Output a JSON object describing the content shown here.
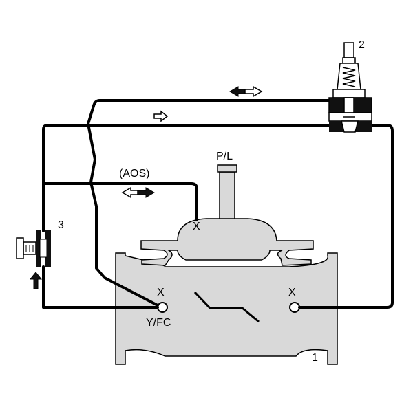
{
  "labels": {
    "pilot_number": "2",
    "strainer_number": "3",
    "valve_number": "1",
    "pressure_port": "P/L",
    "aos": "(AOS)",
    "fitting_x_top": "X",
    "fitting_x_left": "X",
    "fitting_x_right": "X",
    "port_yfc": "Y/FC"
  },
  "colors": {
    "line": "#000000",
    "valve_body": "#d9d9d9",
    "background": "#ffffff"
  },
  "icons": [
    "pilot-valve-icon",
    "strainer-valve-icon",
    "flow-arrow-icon",
    "bidirectional-arrow-icon"
  ]
}
